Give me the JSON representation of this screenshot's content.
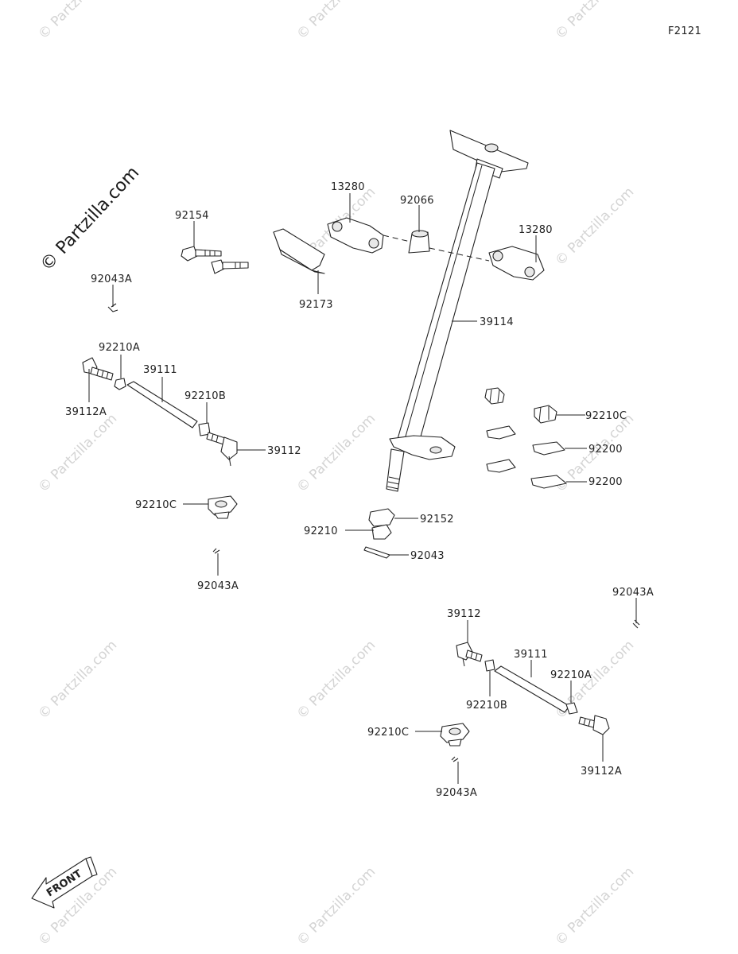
{
  "figure_code": "F2121",
  "brand_watermark": "© Partzilla.com",
  "tiled_watermark": "© Partzilla.com",
  "front_label": "FRONT",
  "labels": {
    "l_13280_top": "13280",
    "l_92066": "92066",
    "l_13280_right": "13280",
    "l_92154": "92154",
    "l_92173": "92173",
    "l_92043A_1": "92043A",
    "l_39114": "39114",
    "l_92210A_1": "92210A",
    "l_39111_1": "39111",
    "l_92210B_1": "92210B",
    "l_39112A_1": "39112A",
    "l_39112_1": "39112",
    "l_92210C_r": "92210C",
    "l_92200_1": "92200",
    "l_92200_2": "92200",
    "l_92210C_1": "92210C",
    "l_92043A_2": "92043A",
    "l_92152": "92152",
    "l_92210": "92210",
    "l_92043": "92043",
    "l_92043A_3": "92043A",
    "l_39112_2": "39112",
    "l_39111_2": "39111",
    "l_92210A_2": "92210A",
    "l_92210B_2": "92210B",
    "l_92210C_2": "92210C",
    "l_39112A_2": "39112A",
    "l_92043A_4": "92043A"
  }
}
